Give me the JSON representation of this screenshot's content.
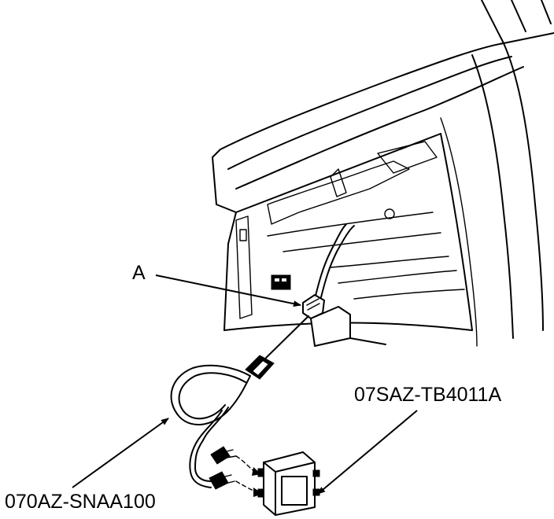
{
  "labels": {
    "connector": "A",
    "harness_part": "070AZ-SNAA100",
    "unit_part": "07SAZ-TB4011A"
  }
}
